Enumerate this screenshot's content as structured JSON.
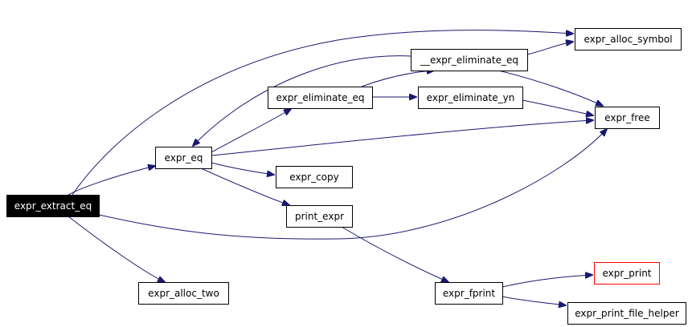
{
  "graph": {
    "nodes": [
      {
        "id": "expr_extract_eq",
        "label": "expr_extract_eq",
        "root": true
      },
      {
        "id": "expr_eq",
        "label": "expr_eq"
      },
      {
        "id": "expr_alloc_two",
        "label": "expr_alloc_two"
      },
      {
        "id": "expr_alloc_symbol",
        "label": "expr_alloc_symbol"
      },
      {
        "id": "__expr_eliminate_eq",
        "label": "__expr_eliminate_eq"
      },
      {
        "id": "expr_eliminate_eq",
        "label": "expr_eliminate_eq"
      },
      {
        "id": "expr_eliminate_yn",
        "label": "expr_eliminate_yn"
      },
      {
        "id": "expr_free",
        "label": "expr_free"
      },
      {
        "id": "expr_copy",
        "label": "expr_copy"
      },
      {
        "id": "print_expr",
        "label": "print_expr"
      },
      {
        "id": "expr_fprint",
        "label": "expr_fprint"
      },
      {
        "id": "expr_print",
        "label": "expr_print",
        "truncated": true
      },
      {
        "id": "expr_print_file_helper",
        "label": "expr_print_file_helper"
      }
    ],
    "edges": [
      {
        "from": "expr_extract_eq",
        "to": "expr_eq"
      },
      {
        "from": "expr_extract_eq",
        "to": "expr_alloc_symbol"
      },
      {
        "from": "expr_extract_eq",
        "to": "expr_free"
      },
      {
        "from": "expr_extract_eq",
        "to": "expr_alloc_two"
      },
      {
        "from": "expr_eq",
        "to": "expr_eliminate_eq"
      },
      {
        "from": "expr_eq",
        "to": "expr_free"
      },
      {
        "from": "expr_eq",
        "to": "expr_copy"
      },
      {
        "from": "expr_eq",
        "to": "print_expr"
      },
      {
        "from": "__expr_eliminate_eq",
        "to": "expr_eq"
      },
      {
        "from": "__expr_eliminate_eq",
        "to": "expr_alloc_symbol"
      },
      {
        "from": "__expr_eliminate_eq",
        "to": "expr_free"
      },
      {
        "from": "expr_eliminate_eq",
        "to": "__expr_eliminate_eq"
      },
      {
        "from": "expr_eliminate_eq",
        "to": "expr_eliminate_yn"
      },
      {
        "from": "expr_eliminate_yn",
        "to": "expr_free"
      },
      {
        "from": "print_expr",
        "to": "expr_fprint"
      },
      {
        "from": "expr_fprint",
        "to": "expr_print"
      },
      {
        "from": "expr_fprint",
        "to": "expr_print_file_helper"
      }
    ]
  },
  "colors": {
    "edge": "#191970",
    "root_fill": "#000000",
    "root_text": "#ffffff",
    "truncated_border": "#ff0000"
  }
}
